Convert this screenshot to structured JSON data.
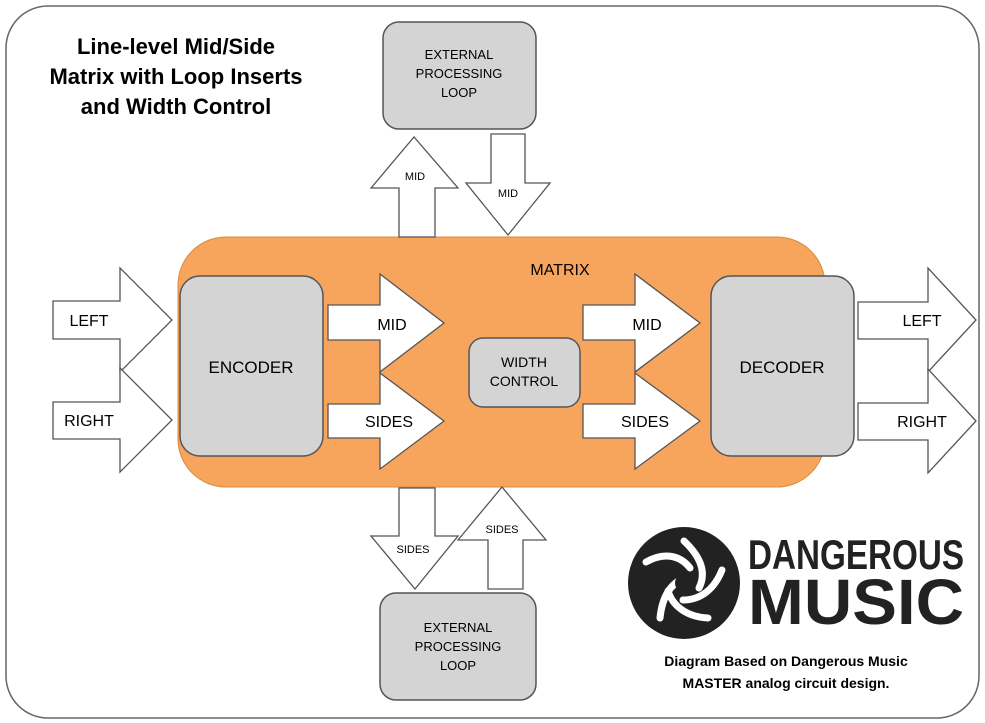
{
  "title_lines": [
    "Line-level Mid/Side",
    "Matrix with Loop Inserts",
    "and Width Control"
  ],
  "matrix_label": "MATRIX",
  "encoder_label": "ENCODER",
  "decoder_label": "DECODER",
  "width_control_lines": [
    "WIDTH",
    "CONTROL"
  ],
  "external_loop_top_lines": [
    "EXTERNAL",
    "PROCESSING",
    "LOOP"
  ],
  "external_loop_bottom_lines": [
    "EXTERNAL",
    "PROCESSING",
    "LOOP"
  ],
  "inputs": {
    "left": "LEFT",
    "right": "RIGHT"
  },
  "outputs": {
    "left": "LEFT",
    "right": "RIGHT"
  },
  "encoder_outputs": {
    "mid": "MID",
    "sides": "SIDES"
  },
  "decoder_inputs": {
    "mid": "MID",
    "sides": "SIDES"
  },
  "loop_top_arrows": {
    "send": "MID",
    "return": "MID"
  },
  "loop_bottom_arrows": {
    "send": "SIDES",
    "return": "SIDES"
  },
  "logo": {
    "line1": "DANGEROUS",
    "line2": "MUSIC"
  },
  "caption_lines": [
    "Diagram Based on Dangerous Music",
    "MASTER analog circuit design."
  ],
  "colors": {
    "matrix": "#f7a55d",
    "box_fill": "#d4d4d4",
    "border": "#555555",
    "logo": "#222222"
  }
}
